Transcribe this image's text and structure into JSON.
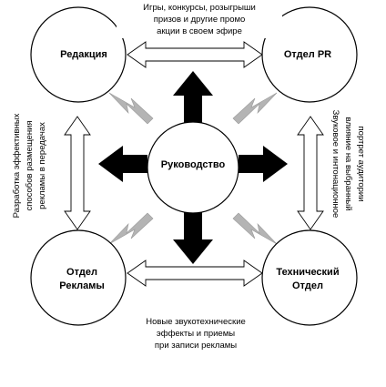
{
  "nodes": {
    "center": "Руководство",
    "top_left": "Редакция",
    "top_right": "Отдел PR",
    "bottom_left": {
      "line1": "Отдел",
      "line2": "Рекламы"
    },
    "bottom_right": {
      "line1": "Технический",
      "line2": "Отдел"
    }
  },
  "notes": {
    "top": [
      "Игры, конкурсы, розыгрыши",
      "призов и другие промо",
      "акции в своем эфире"
    ],
    "bottom": [
      "Новые звукотехнические",
      "эффекты и приемы",
      "при записи рекламы"
    ],
    "left": [
      "Разработка эффективных",
      "способов размещения",
      "рекламы в передачах"
    ],
    "right": [
      "Звуковое и интонационное",
      "влияние на выбранный",
      "портрет аудитории"
    ]
  },
  "colors": {
    "black_arrow": "#000000",
    "gray_arrow": "#b4b4b4",
    "outline": "#000000"
  }
}
